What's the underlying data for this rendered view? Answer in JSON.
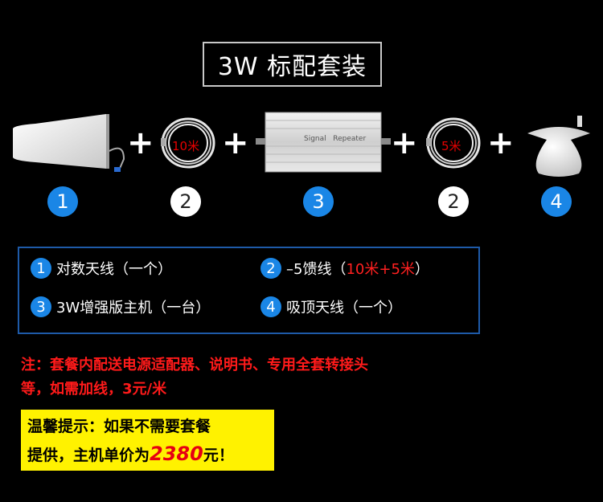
{
  "title": "3W 标配套装",
  "items": [
    {
      "name": "yagi-antenna",
      "number": "1"
    },
    {
      "name": "cable-10m",
      "number": "2",
      "cable_label": "10米"
    },
    {
      "name": "repeater",
      "number": "3",
      "device_label": "Signal   Repeater"
    },
    {
      "name": "cable-5m",
      "number": "2",
      "cable_label": "5米"
    },
    {
      "name": "ceiling-antenna",
      "number": "4"
    }
  ],
  "plus_sign": "+",
  "legend": {
    "item1": {
      "num": "1",
      "text": "对数天线（一个）"
    },
    "item2": {
      "num": "2",
      "text": "–5馈线（",
      "red": "10米+5米",
      "close": "）"
    },
    "item3": {
      "num": "3",
      "text": "3W增强版主机（一台）"
    },
    "item4": {
      "num": "4",
      "text": "吸顶天线（一个）"
    }
  },
  "note": {
    "line1": "注：套餐内配送电源适配器、说明书、专用全套转接头",
    "line2": "等，如需加线，3元/米"
  },
  "tip": {
    "line1": "温馨提示：如果不需要套餐",
    "line2_pre": "提供，主机单价为",
    "price": "2380",
    "line2_post": "元！"
  },
  "colors": {
    "accent_blue": "#1a86e6",
    "legend_border": "#1e5aa8",
    "note_red": "#ff1a1a",
    "tip_bg": "#fff200"
  }
}
